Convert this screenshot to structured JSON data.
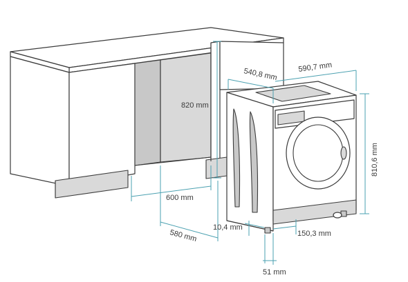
{
  "accent_color": "#4aa0b0",
  "dimensions": {
    "top_depth": "540,8 mm",
    "top_width": "590,7 mm",
    "niche_height": "820 mm",
    "machine_height": "810,6 mm",
    "niche_width": "600 mm",
    "niche_depth": "580 mm",
    "base_height": "10,4 mm",
    "base_offset": "150,3 mm",
    "foot_offset": "51 mm"
  }
}
